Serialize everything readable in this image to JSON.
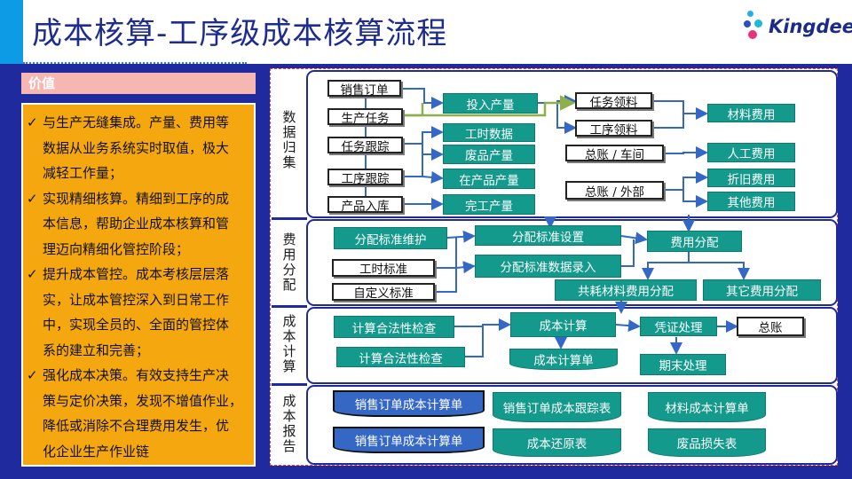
{
  "header": {
    "title": "成本核算-工序级成本核算流程",
    "logo_text": "Kingdee"
  },
  "value": {
    "heading": "价值",
    "items": [
      [
        "与生产无缝集成。产量、费用等",
        "数据从业务系统实时取值，极大",
        "减轻工作量；"
      ],
      [
        "实现精细核算。精细到工序的成",
        "本信息，帮助企业成本核算和管",
        "理迈向精细化管控阶段；"
      ],
      [
        "提升成本管控。成本考核层层落",
        "实，让成本管控深入到日常工作",
        "中，实现全员的、全面的管控体",
        "系的建立和完善；"
      ],
      [
        "强化成本决策。有效支持生产决",
        "策与定价决策，发现不增值作业，",
        "降低或消除不合理费用发生，优",
        "化企业生产作业链"
      ]
    ]
  },
  "rows": {
    "collect": "数据归集",
    "alloc": "费用分配",
    "calc": "成本计算",
    "report": "成本报告"
  },
  "collect": {
    "sales_order": "销售订单",
    "prod_task": "生产任务",
    "task_track": "任务跟踪",
    "op_track": "工序跟踪",
    "prod_in": "产品入库",
    "input_qty": "投入产量",
    "labor_data": "工时数据",
    "scrap_qty": "废品产量",
    "wip_qty": "在产品产量",
    "done_qty": "完工产量",
    "task_pick": "任务领料",
    "op_pick": "工序领料",
    "gl_shop": "总账 / 车间",
    "gl_ext": "总账 / 外部",
    "material_cost": "材料费用",
    "labor_cost": "人工费用",
    "depr_cost": "折旧费用",
    "other_cost": "其他费用"
  },
  "alloc": {
    "std_maint": "分配标准维护",
    "labor_std": "工时标准",
    "custom_std": "自定义标准",
    "std_setup": "分配标准设置",
    "std_entry": "分配标准数据录入",
    "fee_alloc": "费用分配",
    "shared_material": "共耗材料费用分配",
    "other_alloc": "其它费用分配"
  },
  "calc": {
    "check1": "计算合法性检查",
    "check2": "计算合法性检查",
    "cost_calc": "成本计算",
    "cost_sheet": "成本计算单",
    "voucher": "凭证处理",
    "gl": "总账",
    "period_end": "期末处理"
  },
  "report": {
    "r1": "销售订单成本计算单",
    "r2": "销售订单成本计算单",
    "r3": "销售订单成本跟踪表",
    "r4": "成本还原表",
    "r5": "材料成本计算单",
    "r6": "废品损失表"
  },
  "colors": {
    "navy": "#1f2a9e",
    "teal": "#149a8c",
    "blue": "#3567c4",
    "orange": "#f5a70f",
    "pink": "#f6b7b2",
    "accent": "#0d9be6"
  }
}
